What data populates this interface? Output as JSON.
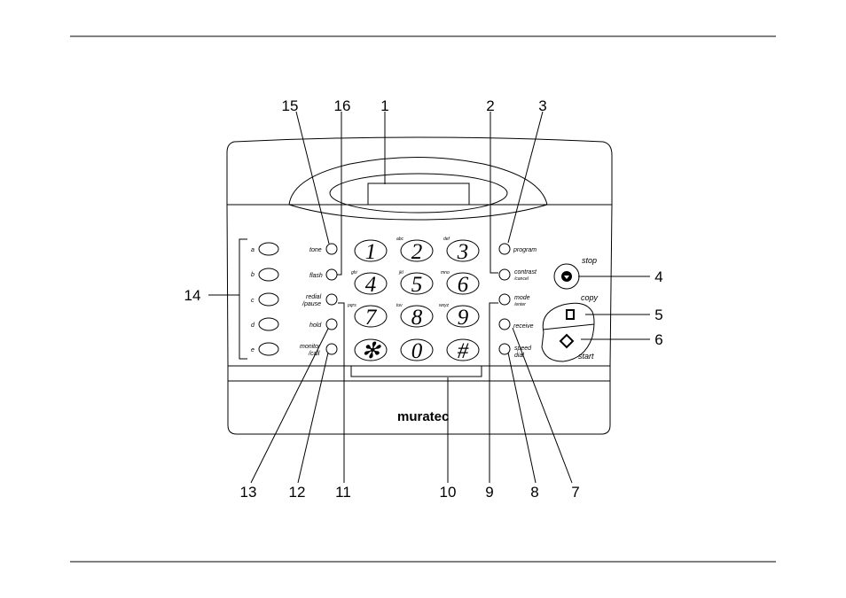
{
  "brand": "muratec",
  "callouts": [
    "1",
    "2",
    "3",
    "4",
    "5",
    "6",
    "7",
    "8",
    "9",
    "10",
    "11",
    "12",
    "13",
    "14",
    "15",
    "16"
  ],
  "one_touch": [
    "a",
    "b",
    "c",
    "d",
    "e"
  ],
  "left_buttons": {
    "tone": "tone",
    "flash": "flash",
    "redial": [
      "redial",
      "/pause"
    ],
    "hold": "hold",
    "monitor": [
      "monitor",
      "/call"
    ]
  },
  "right_buttons": {
    "program": "program",
    "contrast": [
      "contrast",
      "/cancel"
    ],
    "mode": [
      "mode",
      "/enter"
    ],
    "receive": "receive",
    "speed": [
      "speed",
      "dial"
    ]
  },
  "big_buttons": {
    "stop": "stop",
    "copy": "copy",
    "start": "start"
  },
  "keypad": {
    "digits": [
      "1",
      "2",
      "3",
      "4",
      "5",
      "6",
      "7",
      "8",
      "9",
      "✻",
      "0",
      "#"
    ],
    "letters": [
      "",
      "abc",
      "def",
      "ghi",
      "jkl",
      "mno",
      "pqrs",
      "tuv",
      "wxyz",
      "",
      "",
      ""
    ]
  }
}
